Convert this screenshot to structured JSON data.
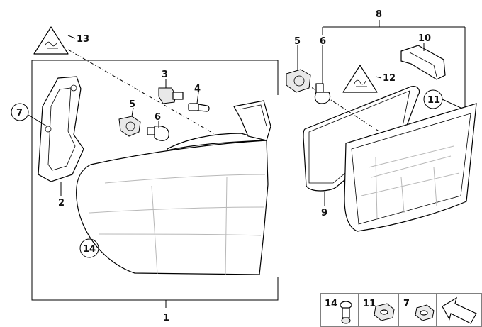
{
  "labels": {
    "l1": "1",
    "l2": "2",
    "l3": "3",
    "l4": "4",
    "l5a": "5",
    "l5b": "5",
    "l6a": "6",
    "l6b": "6",
    "l7": "7",
    "l8": "8",
    "l9": "9",
    "l10": "10",
    "l11": "11",
    "l12": "12",
    "l13": "13",
    "l14": "14"
  },
  "legend": {
    "c1": "14",
    "c2": "11",
    "c3": "7"
  },
  "colors": {
    "line": "#000000",
    "fill": "#ffffff",
    "shade": "#e9e9e9"
  }
}
